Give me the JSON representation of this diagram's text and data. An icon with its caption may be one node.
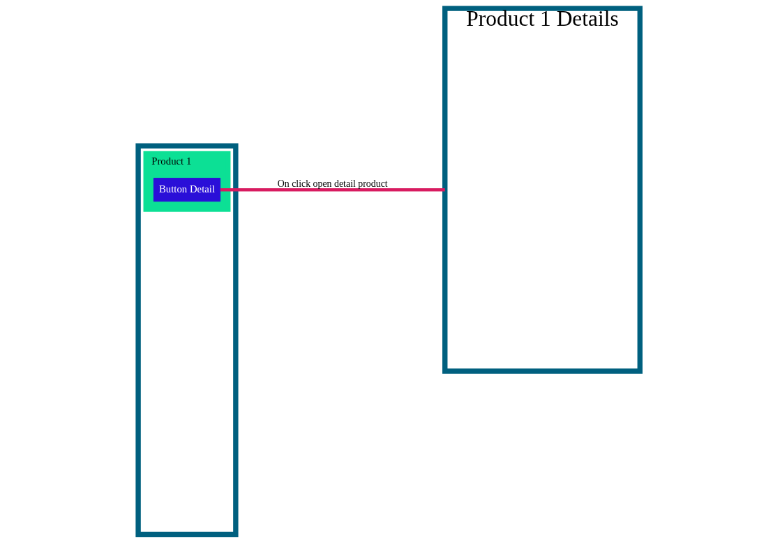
{
  "diagram": {
    "nodes": [
      {
        "text": [],
        "shape": "box"
      },
      {
        "text": [
          "Product 1"
        ],
        "in": 0
      },
      {
        "text": [
          "Button Detail"
        ],
        "in": 1
      },
      {
        "text": [
          "Product 1 Details"
        ]
      }
    ],
    "edges": [
      {
        "from": 2,
        "to": 3,
        "arrow": "none",
        "label": "On click open detail product",
        "color": "#d81b60"
      }
    ]
  }
}
